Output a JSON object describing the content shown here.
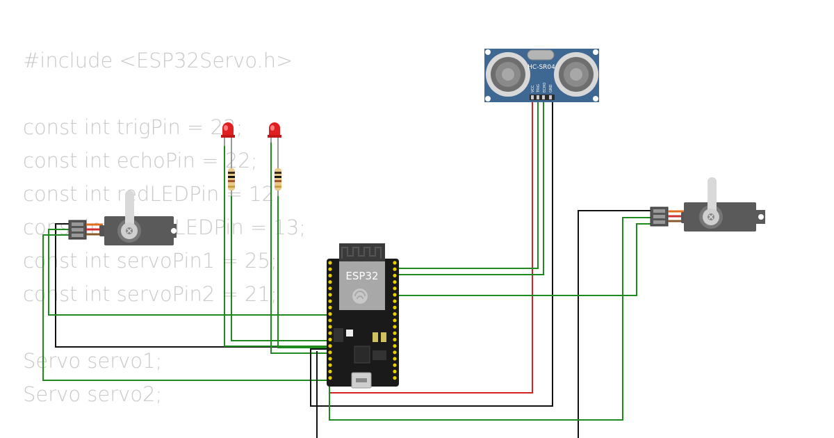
{
  "code": {
    "lines": [
      "#include <ESP32Servo.h>",
      "",
      "const int trigPin = 23;",
      "const int echoPin = 22;",
      "const int redLEDPin = 12;",
      "const int greenLEDPin = 13;",
      "const int servoPin1 = 25;",
      "const int servoPin2 = 21;",
      "",
      "Servo servo1;",
      "Servo servo2;"
    ]
  },
  "board": {
    "label": "ESP32"
  },
  "sensor": {
    "label": "HC-SR04",
    "pins": [
      "VCC",
      "TRIG",
      "ECHO",
      "GND"
    ]
  },
  "colors": {
    "code_text": "#c9c9c9",
    "wire_green": "#1e8a1e",
    "wire_red": "#d42020",
    "wire_black": "#111111",
    "board": "#1a1a1a",
    "sensor_body": "#3e6791",
    "servo_body": "#5a5a5a",
    "led": "#e02020"
  }
}
